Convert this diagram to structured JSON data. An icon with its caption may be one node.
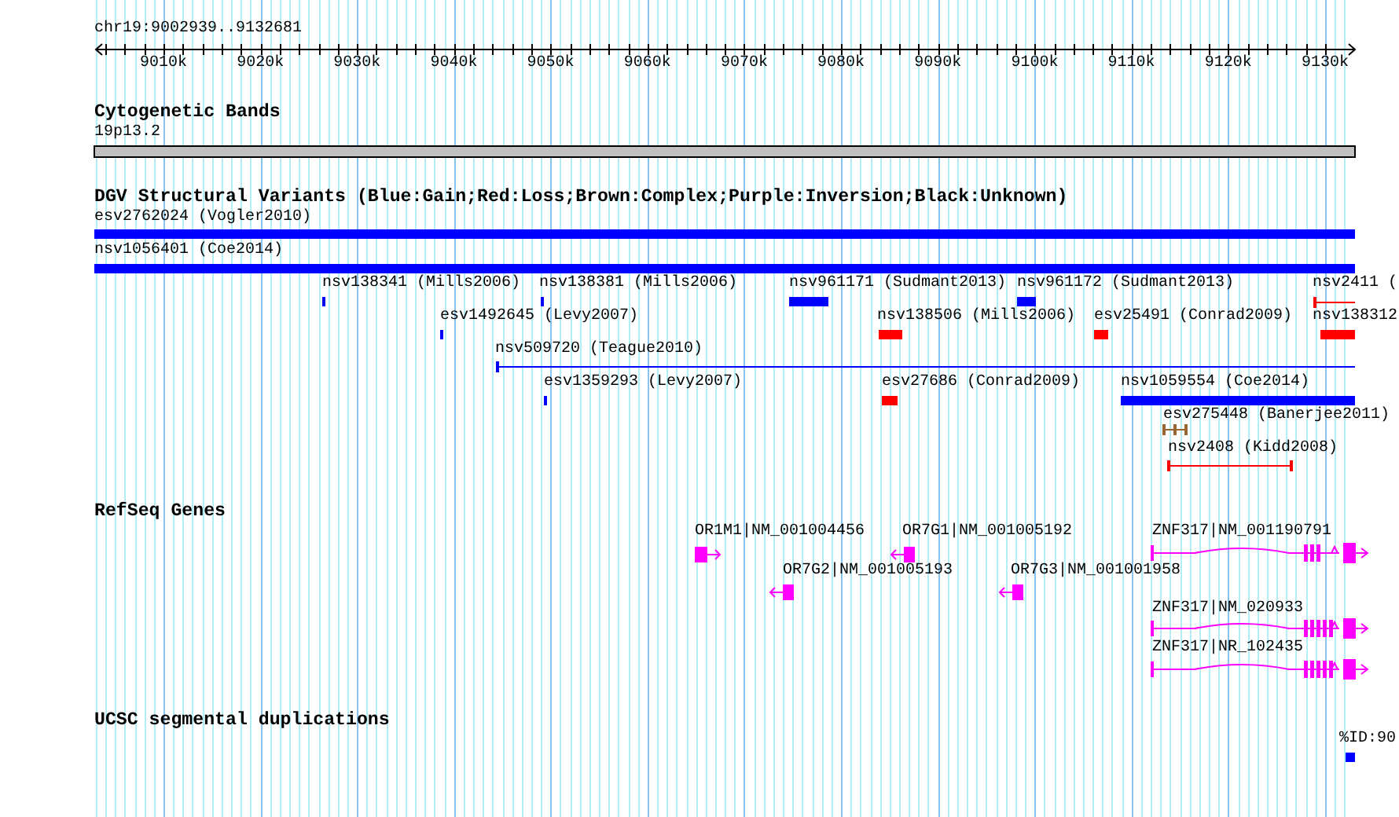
{
  "diagram": {
    "labels": [
      "chr19:9002939..9132681",
      "9010k",
      "9020k",
      "9030k",
      "9040k",
      "9050k",
      "9060k",
      "9070k",
      "9080k",
      "9090k",
      "9100k",
      "9110k",
      "9120k",
      "9130k",
      "Cytogenetic Bands",
      "19p13.2",
      "DGV Structural Variants (Blue:Gain;Red:Loss;Brown:Complex;Purple:Inversion;Black:Unknown)",
      "esv2762024 (Vogler2010)",
      "nsv1056401 (Coe2014)",
      "nsv138341 (Mills2006)",
      "nsv138381 (Mills2006)",
      "nsv961171 (Sudmant2013)",
      "nsv961172 (Sudmant2013)",
      "nsv2411 (",
      "esv1492645 (Levy2007)",
      "nsv138506 (Mills2006)",
      "esv25491 (Conrad2009)",
      "nsv138312",
      "nsv509720 (Teague2010)",
      "esv1359293 (Levy2007)",
      "esv27686 (Conrad2009)",
      "nsv1059554 (Coe2014)",
      "esv275448 (Banerjee2011)",
      "nsv2408 (Kidd2008)",
      "RefSeq Genes",
      "OR1M1|NM_001004456",
      "OR7G1|NM_001005192",
      "ZNF317|NM_001190791",
      "OR7G2|NM_001005193",
      "OR7G3|NM_001001958",
      "ZNF317|NM_020933",
      "ZNF317|NR_102435",
      "UCSC segmental duplications",
      "%ID:90"
    ]
  }
}
